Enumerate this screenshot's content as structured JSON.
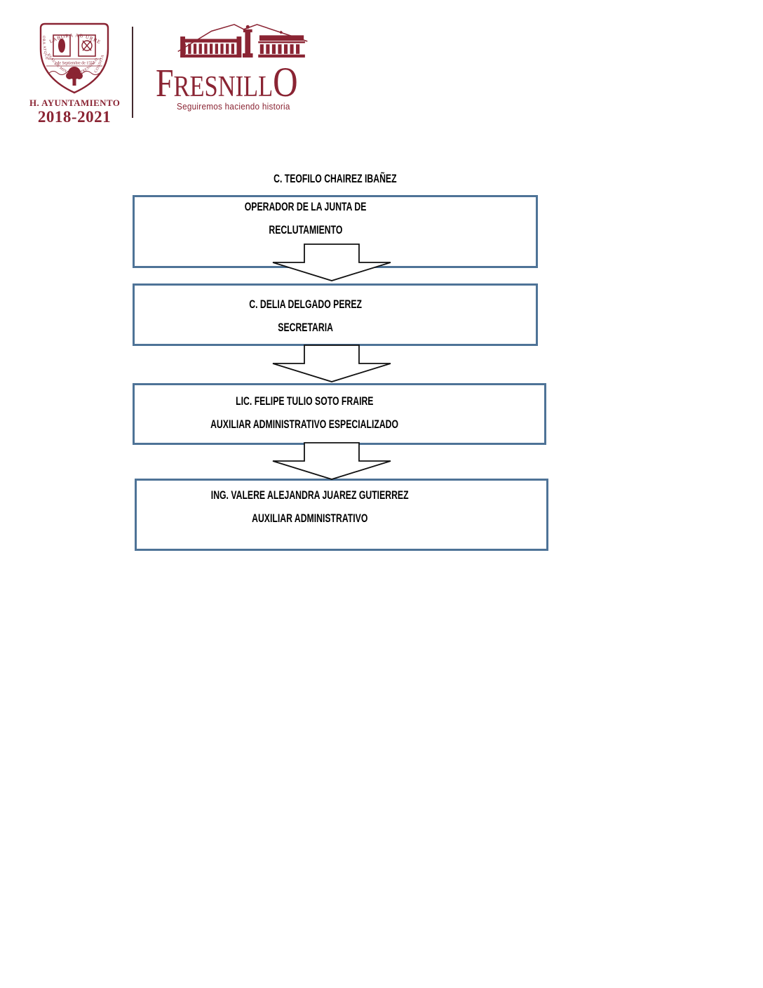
{
  "header": {
    "brand_color": "#8a2433",
    "crest": {
      "motto_left": "ORA ATQUE",
      "motto_top": "LABORA AB URBE",
      "motto_right": "CONDITA",
      "band_date": "2 de Septiembre de 1554",
      "motto_bottom": "REAL DE MINAS DEL FRESNILLO",
      "institution": "H. AYUNTAMIENTO",
      "term": "2018-2021"
    },
    "logo": {
      "wordmark_first": "F",
      "wordmark_mid": "RESNILL",
      "wordmark_last": "O",
      "tagline": "Seguiremos haciendo historia"
    }
  },
  "org_chart": {
    "box_border_color": "#4e7397",
    "top_label": "C. TEOFILO CHAIREZ IBAÑEZ",
    "nodes": [
      {
        "line1": "OPERADOR DE LA JUNTA DE",
        "line2": "RECLUTAMIENTO"
      },
      {
        "line1": "C. DELIA DELGADO PEREZ",
        "line2": "SECRETARIA"
      },
      {
        "line1": "LIC. FELIPE TULIO SOTO FRAIRE",
        "line2": "AUXILIAR ADMINISTRATIVO ESPECIALIZADO"
      },
      {
        "line1": "ING. VALERE ALEJANDRA JUAREZ GUTIERREZ",
        "line2": "AUXILIAR ADMINISTRATIVO"
      }
    ]
  }
}
